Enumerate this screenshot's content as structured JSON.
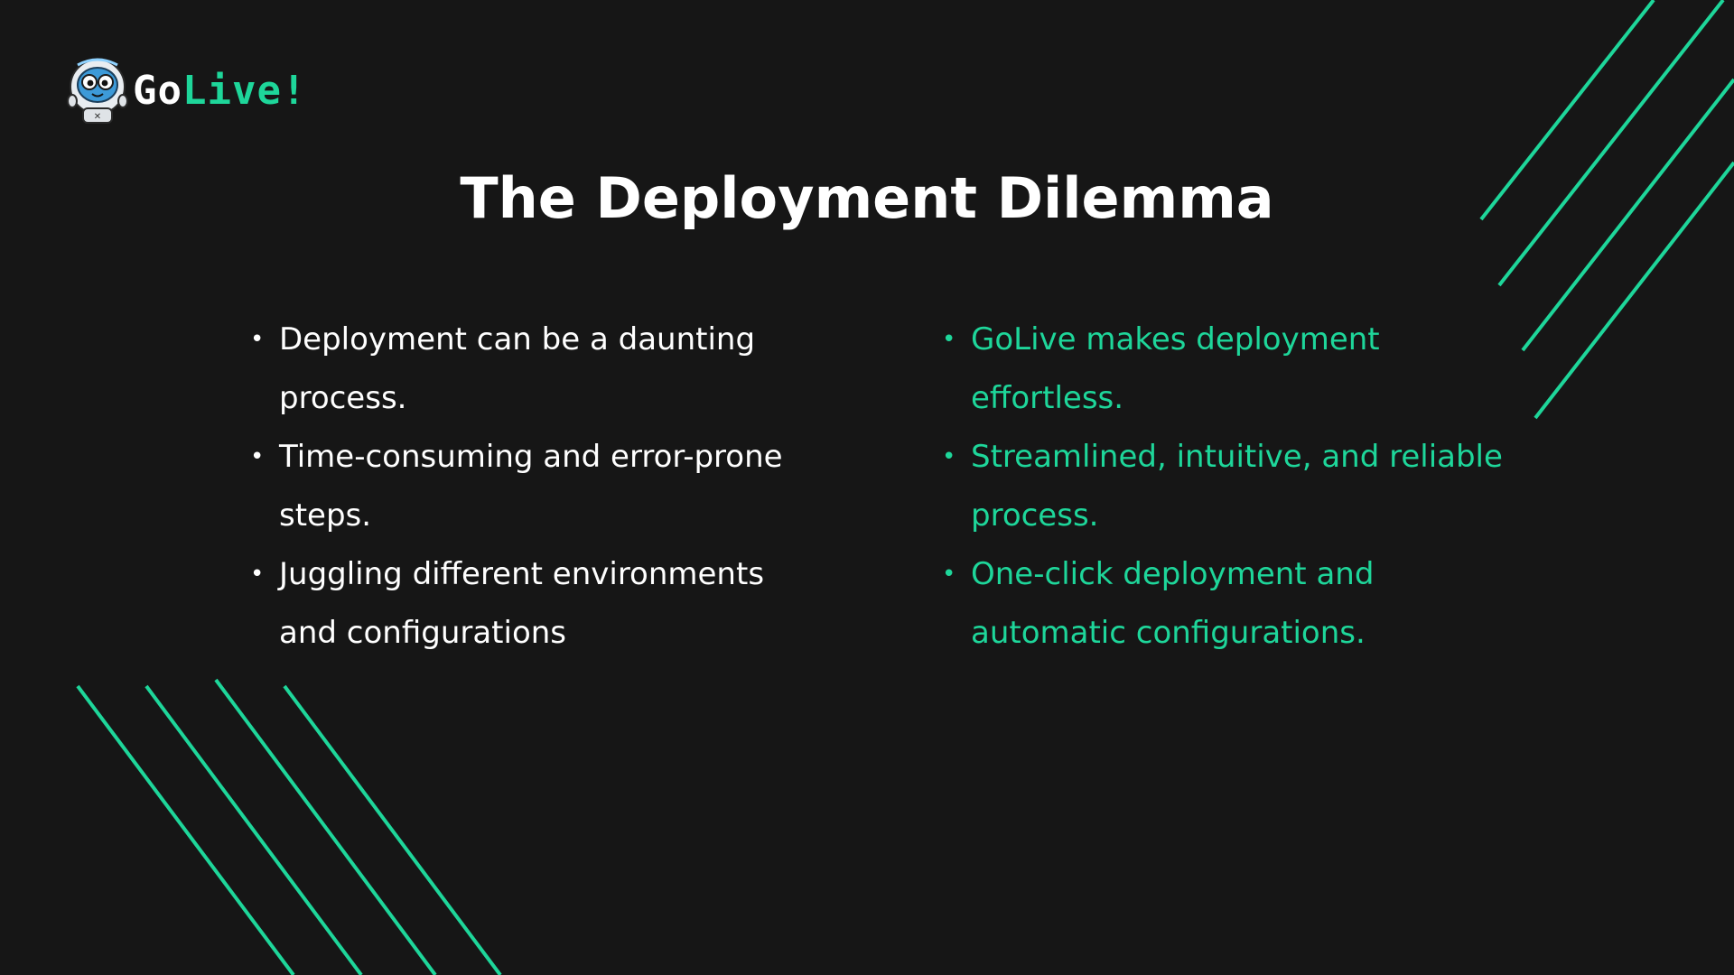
{
  "brand": {
    "logo_icon": "astronaut-mascot-icon",
    "name_part1": "Go",
    "name_part2": "Live!"
  },
  "slide": {
    "title": "The Deployment Dilemma"
  },
  "problems": [
    "Deployment can be a daunting process.",
    "Time-consuming and error-prone steps.",
    "Juggling different environments and configurations"
  ],
  "solutions": [
    "GoLive makes deployment effortless.",
    "Streamlined, intuitive, and reliable process.",
    "One-click deployment and automatic configurations."
  ],
  "colors": {
    "background": "#161616",
    "accent": "#1ed69a",
    "text": "#ffffff"
  }
}
